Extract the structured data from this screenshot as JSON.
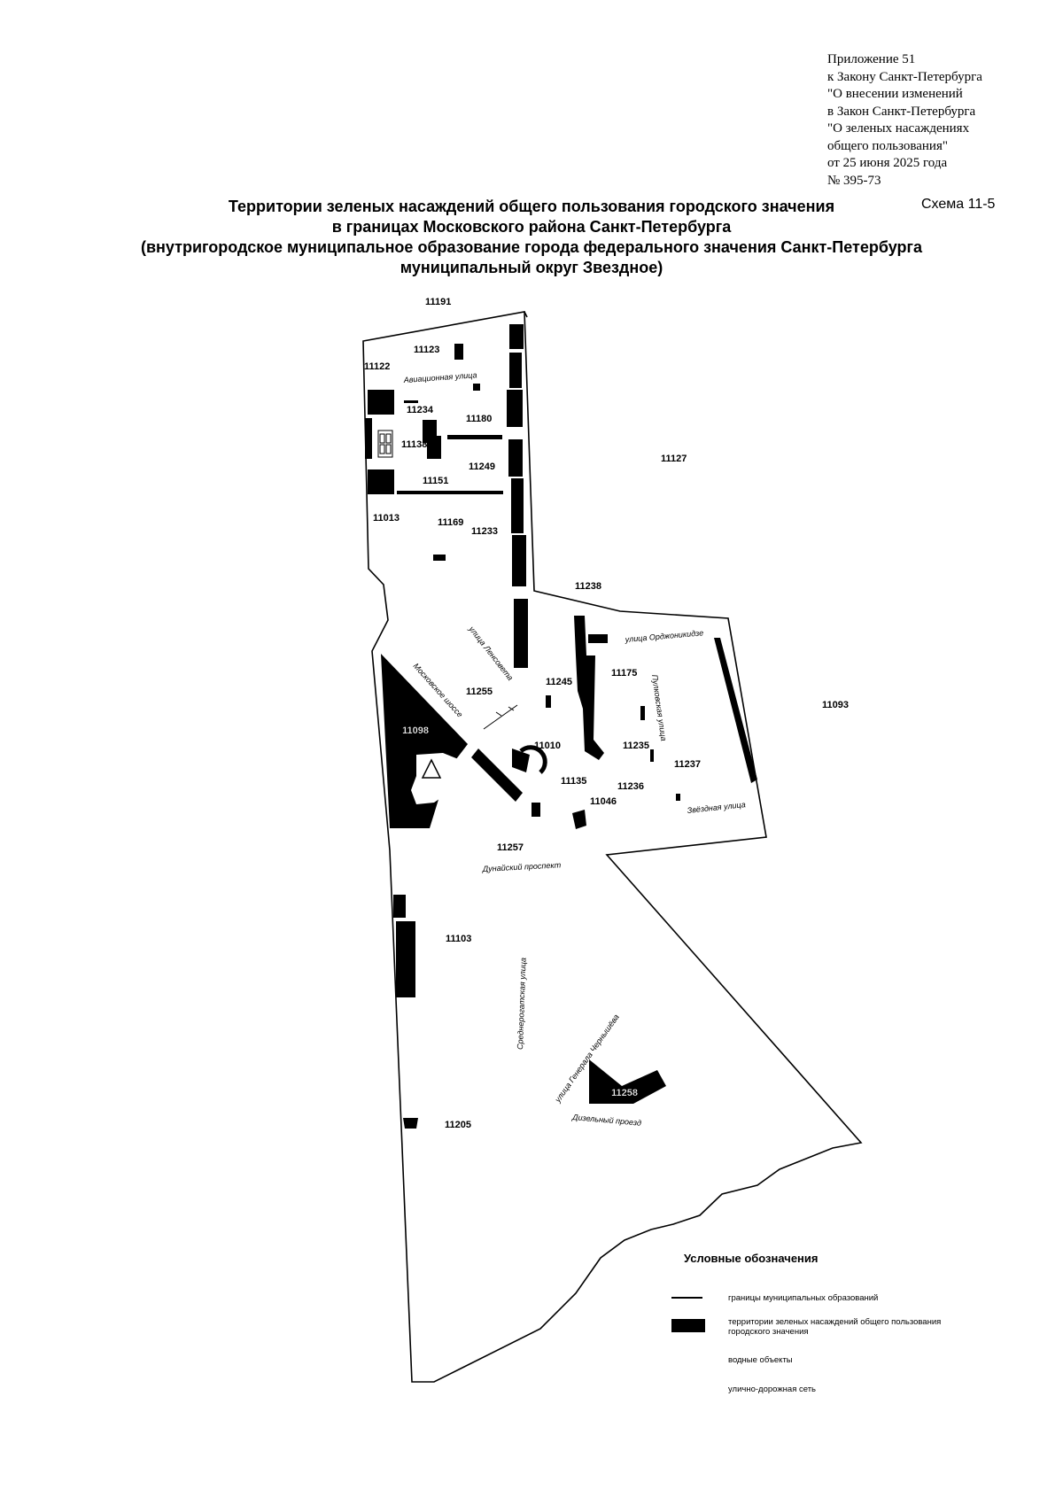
{
  "appendix_lines": [
    "Приложение 51",
    "к Закону Санкт-Петербурга",
    "\"О внесении изменений",
    "в Закон Санкт-Петербурга",
    "\"О зеленых насаждениях",
    "общего пользования\"",
    "от 25 июня 2025 года",
    "№ 395-73"
  ],
  "scheme": "Схема 11-5",
  "title_lines": [
    "Территории зеленых насаждений общего пользования городского значения",
    "в границах Московского района Санкт-Петербурга",
    "(внутригородское муниципальное образование города федерального значения Санкт-Петербурга",
    "муниципальный округ Звездное)"
  ],
  "areas": {
    "a11191": "11191",
    "a11123": "11123",
    "a11122": "11122",
    "a11234": "11234",
    "a11180": "11180",
    "a11138": "11138",
    "a11127": "11127",
    "a11151": "11151",
    "a11249": "11249",
    "a11013": "11013",
    "a11169": "11169",
    "a11233": "11233",
    "a11238": "11238",
    "a11245": "11245",
    "a11175": "11175",
    "a11255": "11255",
    "a11093": "11093",
    "a11098": "11098",
    "a11010": "11010",
    "a11235": "11235",
    "a11237": "11237",
    "a11135": "11135",
    "a11236": "11236",
    "a11046": "11046",
    "a11257": "11257",
    "a11103": "11103",
    "a11258": "11258",
    "a11205": "11205"
  },
  "streets": {
    "aviation": "Авиационная улица",
    "lensoveta": "улица Ленсовета",
    "ordzhonikidze": "улица Орджоникидзе",
    "moskovskoe": "Московское шоссе",
    "pulkovskaya": "Пулковская улица",
    "zvezdnaya": "Звёздная улица",
    "dunaisky": "Дунайский проспект",
    "srednerogatskaya": "Среднерогатская улица",
    "chernyshev": "улица Генерала Чернышёва",
    "dizelny": "Дизельный проезд"
  },
  "legend": {
    "title": "Условные обозначения",
    "items": [
      {
        "label": "границы муниципальных образований"
      },
      {
        "label": "территории зеленых насаждений общего пользования городского значения"
      },
      {
        "label": "водные объекты"
      },
      {
        "label": "улично-дорожная сеть"
      }
    ]
  },
  "colors": {
    "green_area": "#000000",
    "boundary": "#000000",
    "background": "#ffffff"
  }
}
